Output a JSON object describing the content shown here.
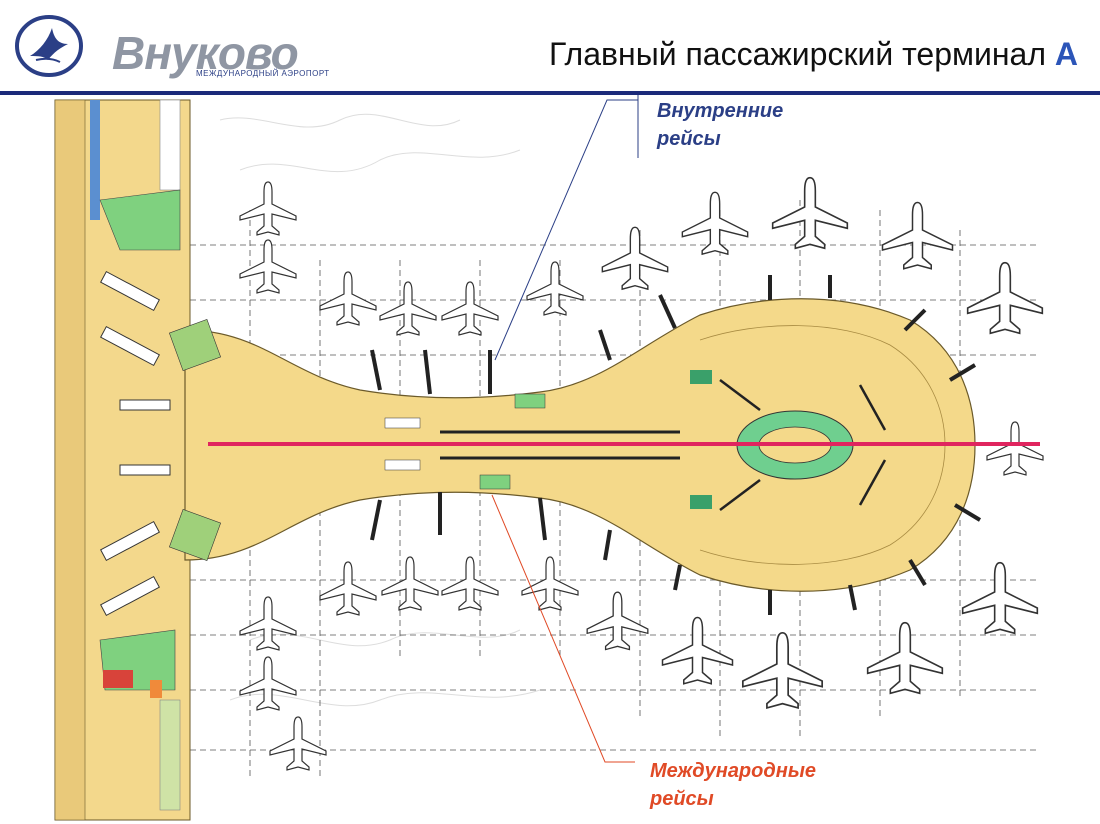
{
  "header": {
    "brand_name": "Внуково",
    "brand_subtitle": "МЕЖДУНАРОДНЫЙ АЭРОПОРТ",
    "title_main": "Главный пассажирский терминал",
    "title_letter": "A",
    "logo_icon": "bird-logo-icon"
  },
  "labels": {
    "domestic_line1": "Внутренние",
    "domestic_line2": "рейсы",
    "international_line1": "Международные",
    "international_line2": "рейсы"
  },
  "colors": {
    "brand_blue": "#1b2a7a",
    "title_accent": "#2c55b8",
    "domestic_text": "#2b3f86",
    "international_text": "#e04a26",
    "terminal_fill": "#f4d98a",
    "split_line": "#e0255f"
  }
}
